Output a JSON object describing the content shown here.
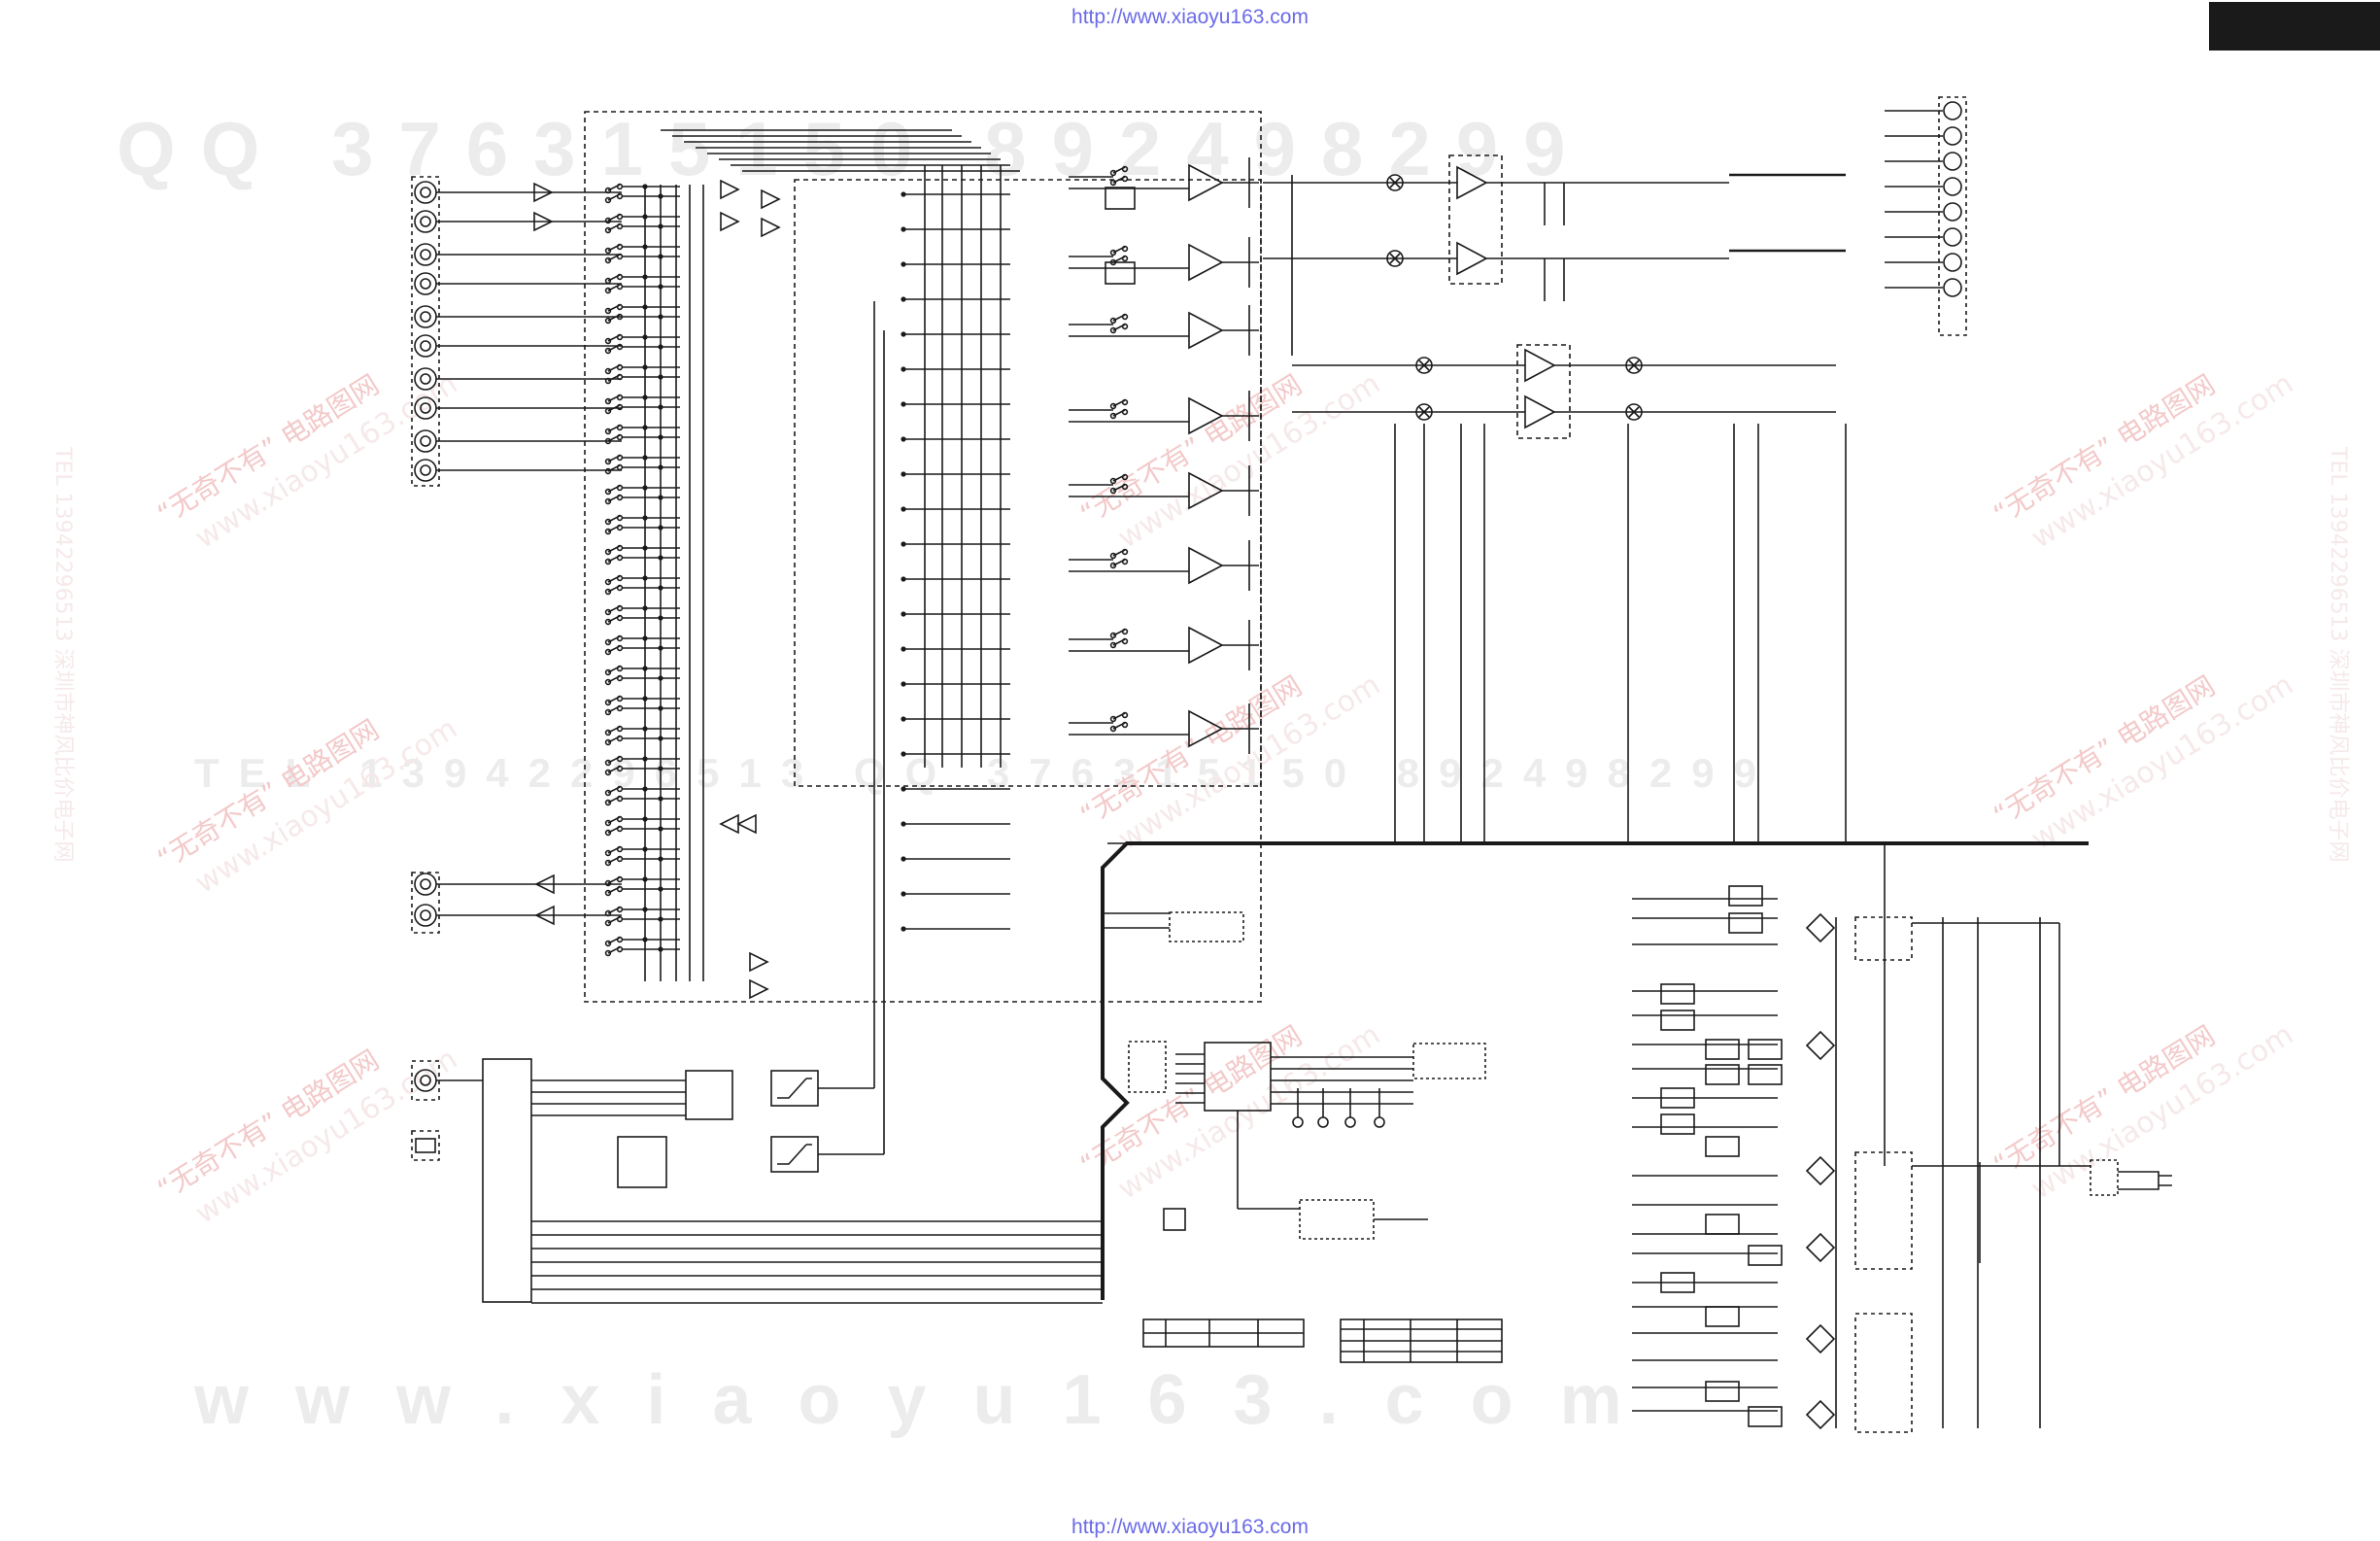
{
  "header": {
    "url": "http://www.xiaoyu163.com"
  },
  "footer": {
    "url": "http://www.xiaoyu163.com"
  },
  "watermarks": {
    "qq_line": "QQ 376315150 892498299",
    "tel_line": "TEL 13942296513 QQ 376315150 892498299",
    "web_line": "www.xiaoyu163.com",
    "stamp_cn": "“无奇不有” 电路图网",
    "stamp_url": "www.xiaoyu163.com",
    "side_text": "TEL 13942296513 深圳市神风比价电子网"
  },
  "colors": {
    "line": "#1a1a1a",
    "url": "#6a6ae8",
    "watermark": "#ececec",
    "stamp": "#f3c9c9",
    "tab": "#1a1a1a"
  }
}
